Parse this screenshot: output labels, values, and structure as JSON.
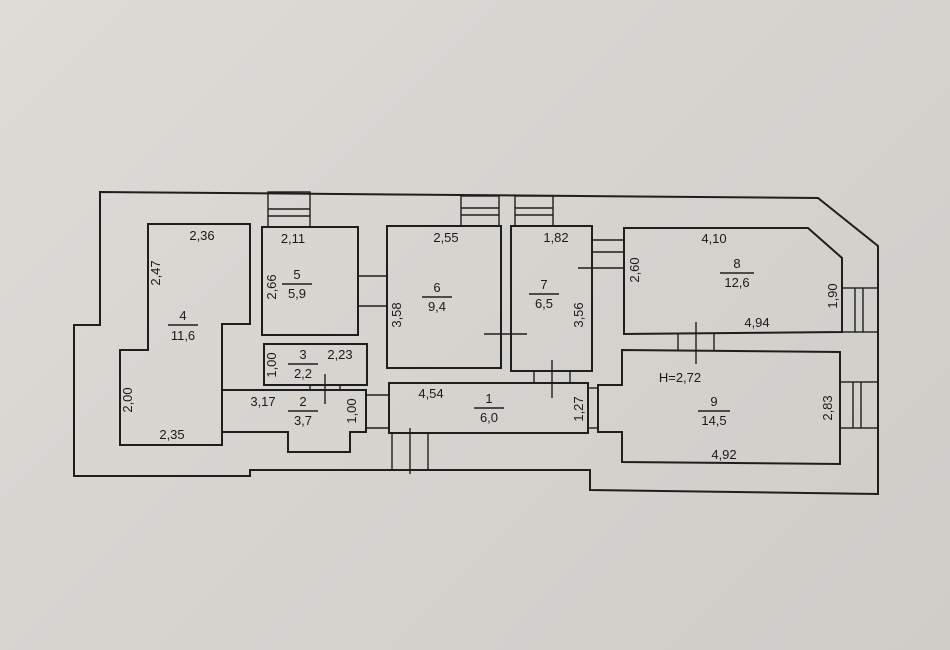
{
  "rooms": [
    {
      "id": "1",
      "number": "1",
      "area": "6,0"
    },
    {
      "id": "2",
      "number": "2",
      "area": "3,7"
    },
    {
      "id": "3",
      "number": "3",
      "area": "2,2"
    },
    {
      "id": "4",
      "number": "4",
      "area": "11,6"
    },
    {
      "id": "5",
      "number": "5",
      "area": "5,9"
    },
    {
      "id": "6",
      "number": "6",
      "area": "9,4"
    },
    {
      "id": "7",
      "number": "7",
      "area": "6,5"
    },
    {
      "id": "8",
      "number": "8",
      "area": "12,6"
    },
    {
      "id": "9",
      "number": "9",
      "area": "14,5"
    }
  ],
  "dimensions": {
    "r4_top": "2,36",
    "r4_left": "2,47",
    "r4_low_left": "2,00",
    "r4_bottom": "2,35",
    "r5_top": "2,11",
    "r5_left": "2,66",
    "r6_top": "2,55",
    "r6_left": "3,58",
    "r7_top": "1,82",
    "r7_right": "3,56",
    "r8_top": "4,10",
    "r8_left": "2,60",
    "r8_bottom": "4,94",
    "r8_right": "1,90",
    "r3_left": "1,00",
    "r3_right": "2,23",
    "r2_top": "3,17",
    "r2_right": "1,00",
    "r1_top": "4,54",
    "r1_right": "1,27",
    "r9_right": "2,83",
    "r9_bottom": "4,92"
  },
  "ceiling_height": "H=2,72"
}
